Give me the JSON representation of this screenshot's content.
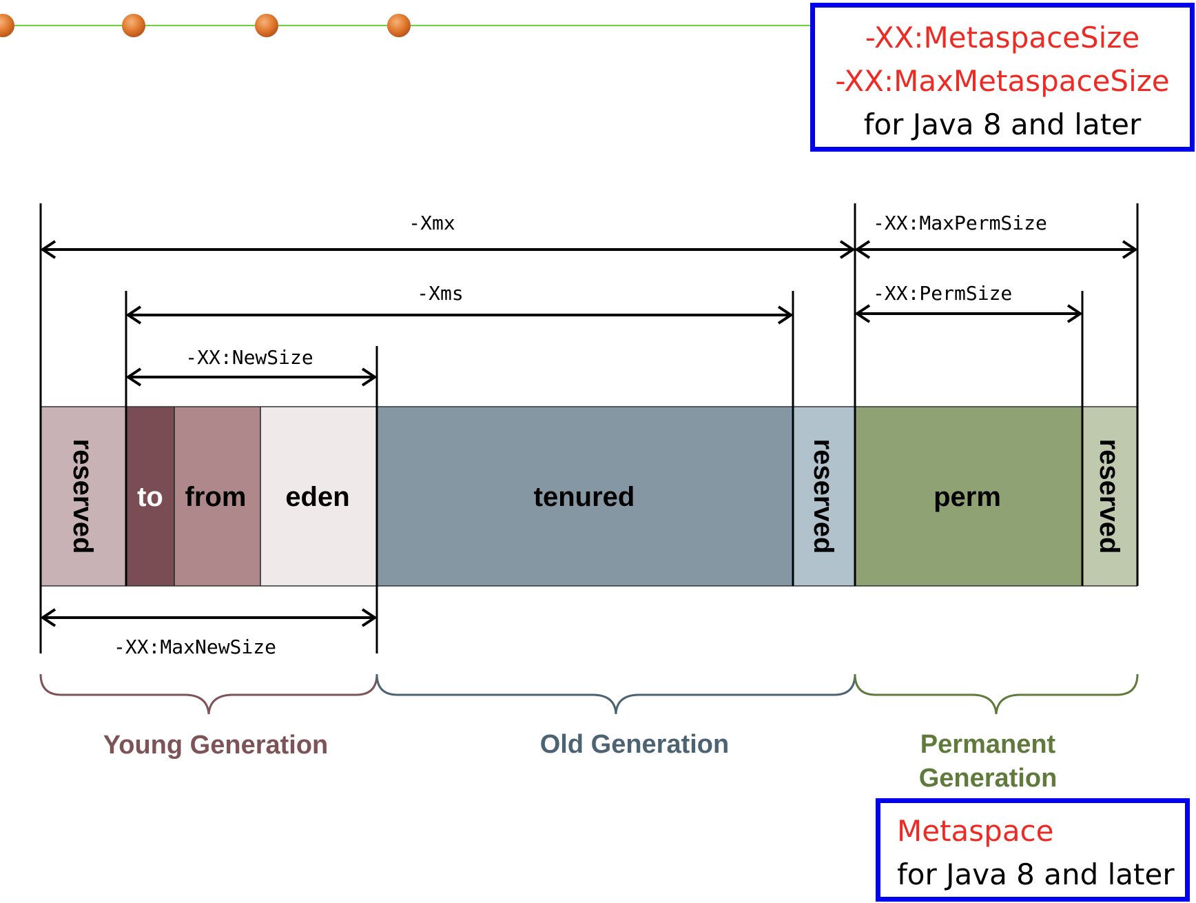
{
  "top_callout": {
    "line1": "-XX:MetaspaceSize",
    "line2": "-XX:MaxMetaspaceSize",
    "line3": "for Java 8 and later"
  },
  "bottom_callout": {
    "line1": "Metaspace",
    "line2": "for Java 8 and later"
  },
  "dimensions": {
    "xmx": "-Xmx",
    "xms": "-Xms",
    "new_size": "-XX:NewSize",
    "max_new_size": "-XX:MaxNewSize",
    "max_perm_size": "-XX:MaxPermSize",
    "perm_size": "-XX:PermSize"
  },
  "segments": {
    "reserved_young": "reserved",
    "to": "to",
    "from": "from",
    "eden": "eden",
    "tenured": "tenured",
    "reserved_old": "reserved",
    "perm": "perm",
    "reserved_perm": "reserved"
  },
  "generations": {
    "young": "Young Generation",
    "old": "Old Generation",
    "permanent_line1": "Permanent",
    "permanent_line2": "Generation"
  },
  "colors": {
    "reserved_young": "#c8b2b6",
    "to": "#7a4c54",
    "from": "#ae888a",
    "eden": "#f0e9e9",
    "tenured": "#8497a3",
    "reserved_old": "#b2c2cc",
    "perm": "#8ea273",
    "reserved_perm": "#bfc9ae",
    "young_label": "#7d5358",
    "old_label": "#4c6374",
    "perm_label": "#607a3c",
    "highlight": "#ee2a24",
    "callout_border": "#0000ee",
    "timeline_line": "#6ad13a",
    "timeline_dot": "#e0782c"
  }
}
